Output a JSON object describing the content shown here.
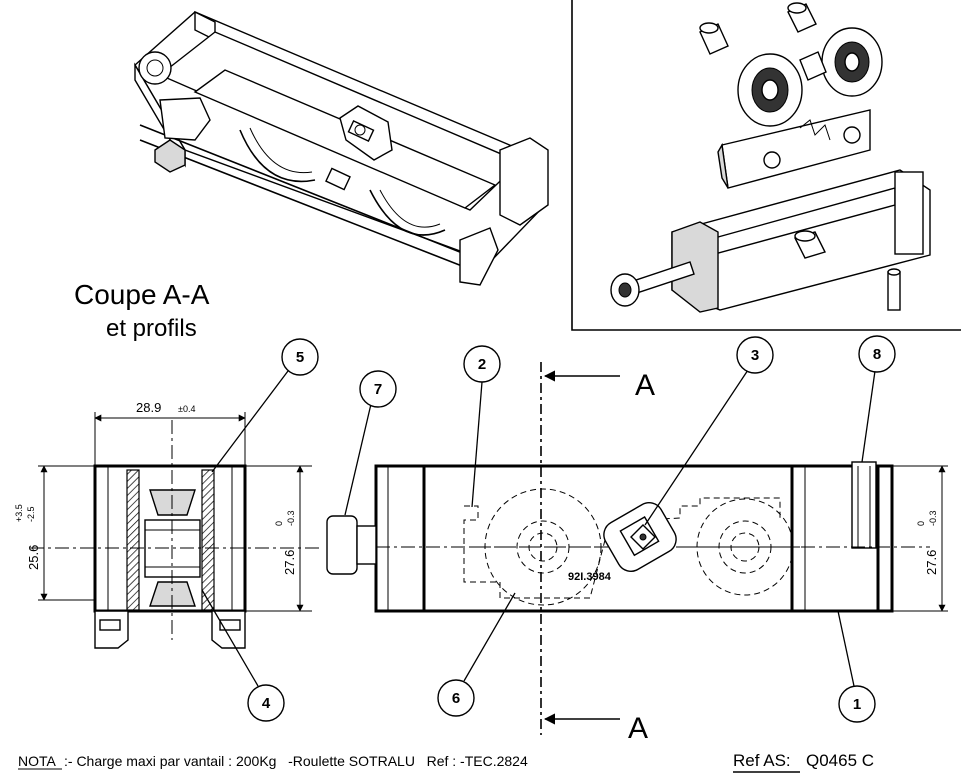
{
  "title": {
    "main": "Coupe A-A",
    "sub": "et profils"
  },
  "section_labels": {
    "top": "A",
    "bottom": "A"
  },
  "callouts": [
    "1",
    "2",
    "3",
    "4",
    "5",
    "6",
    "7",
    "8"
  ],
  "dimensions": {
    "width_value": "28.9",
    "width_tol": "±0.4",
    "left_height_value": "25.6",
    "left_height_tol_upper": "+3.5",
    "left_height_tol_lower": "-2.5",
    "mid_height_value": "27.6",
    "mid_height_tol_upper": "0",
    "mid_height_tol_lower": "-0.3",
    "right_height_value": "27.6",
    "right_height_tol_upper": "0",
    "right_height_tol_lower": "-0.3"
  },
  "part_marking": "92I.3984",
  "footer": {
    "nota_label": "NOTA",
    "nota_text": ":- Charge maxi par vantail : 200Kg   -Roulette SOTRALU   Ref : -TEC.2824",
    "ref_label": "Ref AS:",
    "ref_value": "Q0465 C"
  }
}
